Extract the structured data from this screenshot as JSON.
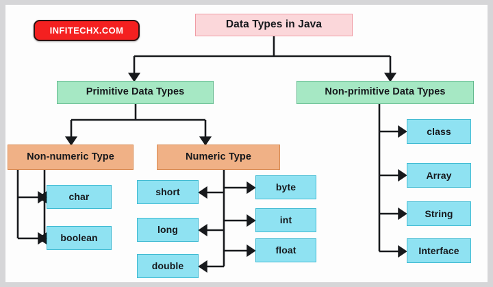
{
  "meta": {
    "diagram_title": "Data Types in Java",
    "watermark": "INFITECHX.COM"
  },
  "colors": {
    "page_border": "#d6d6d8",
    "canvas": "#fdfdfd",
    "badge_fill": "#f42020",
    "badge_border": "#2d1414",
    "badge_text": "#ffffff",
    "title_fill": "#fbd7da",
    "title_border": "#f09ba4",
    "green_fill": "#a6e8c4",
    "green_border": "#63b98e",
    "orange_fill": "#f0b186",
    "orange_border": "#d98a52",
    "cyan_fill": "#8fe2f2",
    "cyan_border": "#3fbad2",
    "connector": "#17191c",
    "text": "#16181c"
  },
  "nodes": {
    "root": "Data Types in Java",
    "primitive": "Primitive Data Types",
    "non_primitive": "Non-primitive Data Types",
    "non_numeric": "Non-numeric Type",
    "numeric": "Numeric Type",
    "char": "char",
    "boolean": "boolean",
    "short": "short",
    "long": "long",
    "double": "double",
    "byte": "byte",
    "int": "int",
    "float": "float",
    "class": "class",
    "array": "Array",
    "string": "String",
    "interface": "Interface"
  },
  "tree": {
    "root": "Data Types in Java",
    "children": [
      {
        "label": "Primitive Data Types",
        "children": [
          {
            "label": "Non-numeric Type",
            "children": [
              {
                "label": "char",
                "children": []
              },
              {
                "label": "boolean",
                "children": []
              }
            ]
          },
          {
            "label": "Numeric Type",
            "children": [
              {
                "label": "byte",
                "children": []
              },
              {
                "label": "short",
                "children": []
              },
              {
                "label": "int",
                "children": []
              },
              {
                "label": "long",
                "children": []
              },
              {
                "label": "float",
                "children": []
              },
              {
                "label": "double",
                "children": []
              }
            ]
          }
        ]
      },
      {
        "label": "Non-primitive Data Types",
        "children": [
          {
            "label": "class",
            "children": []
          },
          {
            "label": "Array",
            "children": []
          },
          {
            "label": "String",
            "children": []
          },
          {
            "label": "Interface",
            "children": []
          }
        ]
      }
    ]
  }
}
